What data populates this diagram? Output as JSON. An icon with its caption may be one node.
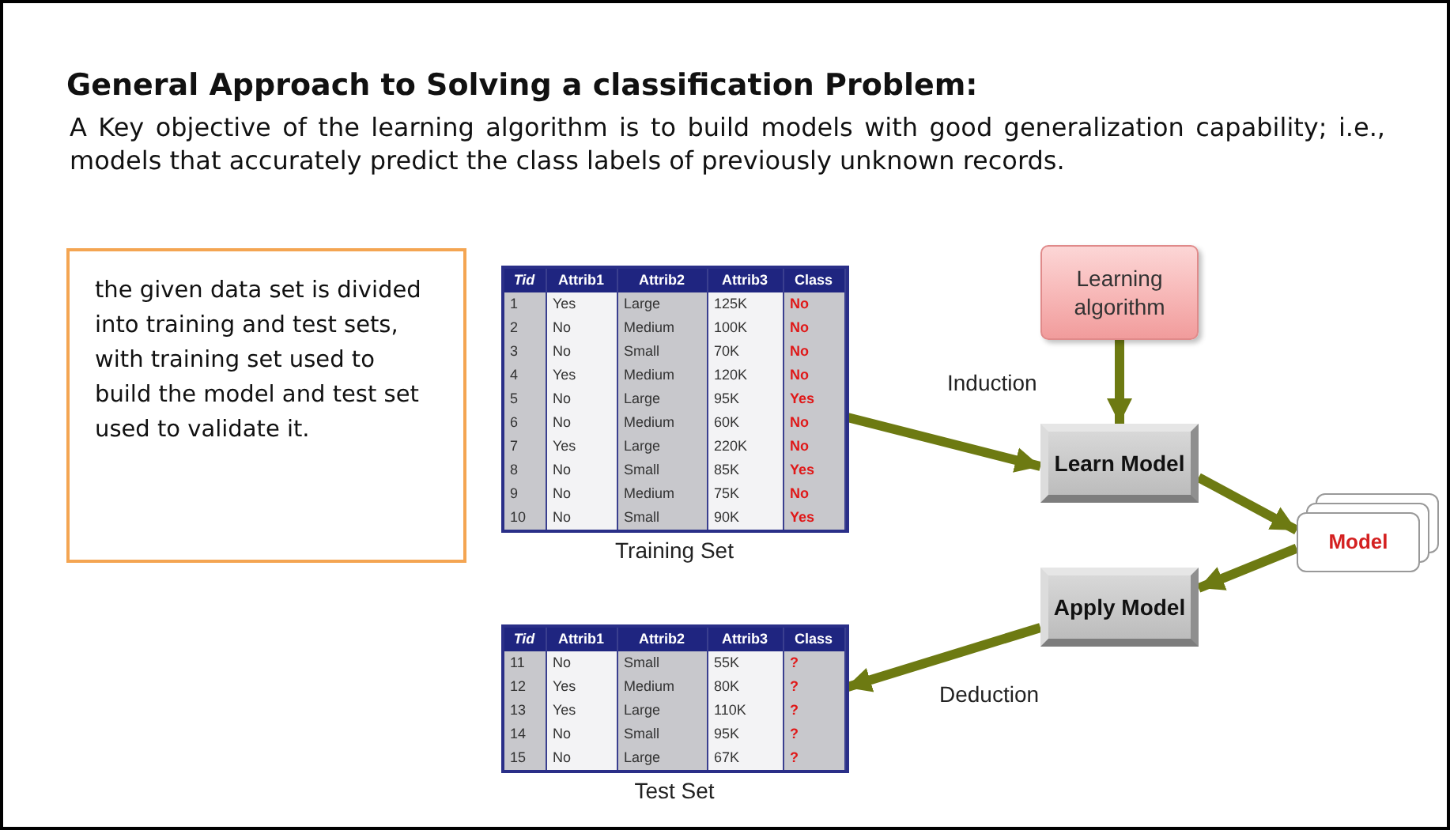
{
  "diagram": {
    "title": "General Approach to Solving a classification Problem:",
    "nodes": [
      {
        "text": [
          "the given data set is divided into training and test sets, with training set used to build the model and test set used to validate it."
        ]
      },
      {
        "text": [
          "Training Set"
        ]
      },
      {
        "text": [
          "Test Set"
        ]
      },
      {
        "text": [
          "Learning algorithm"
        ]
      },
      {
        "text": [
          "Learn Model"
        ]
      },
      {
        "text": [
          "Model"
        ]
      },
      {
        "text": [
          "Apply Model"
        ]
      }
    ],
    "edges": [
      {
        "from": 1,
        "to": 4,
        "arrow": "to",
        "label": "Induction"
      },
      {
        "from": 3,
        "to": 4,
        "arrow": "to"
      },
      {
        "from": 4,
        "to": 5,
        "arrow": "to"
      },
      {
        "from": 5,
        "to": 6,
        "arrow": "to"
      },
      {
        "from": 6,
        "to": 2,
        "arrow": "to",
        "label": "Deduction"
      }
    ],
    "labels": [
      "A Key objective of the learning algorithm is to build models with good generalization capability; i.e., models that accurately predict the class labels of previously unknown records.",
      "Tid",
      "Attrib1",
      "Attrib2",
      "Attrib3",
      "Class",
      "1",
      "Yes",
      "Large",
      "125K",
      "No",
      "2",
      "No",
      "Medium",
      "100K",
      "No",
      "3",
      "No",
      "Small",
      "70K",
      "No",
      "4",
      "Yes",
      "Medium",
      "120K",
      "No",
      "5",
      "No",
      "Large",
      "95K",
      "Yes",
      "6",
      "No",
      "Medium",
      "60K",
      "No",
      "7",
      "Yes",
      "Large",
      "220K",
      "No",
      "8",
      "No",
      "Small",
      "85K",
      "Yes",
      "9",
      "No",
      "Medium",
      "75K",
      "No",
      "10",
      "No",
      "Small",
      "90K",
      "Yes",
      "Tid",
      "Attrib1",
      "Attrib2",
      "Attrib3",
      "Class",
      "11",
      "No",
      "Small",
      "55K",
      "?",
      "12",
      "Yes",
      "Medium",
      "80K",
      "?",
      "13",
      "Yes",
      "Large",
      "110K",
      "?",
      "14",
      "No",
      "Small",
      "95K",
      "?",
      "15",
      "No",
      "Large",
      "67K",
      "?"
    ]
  }
}
